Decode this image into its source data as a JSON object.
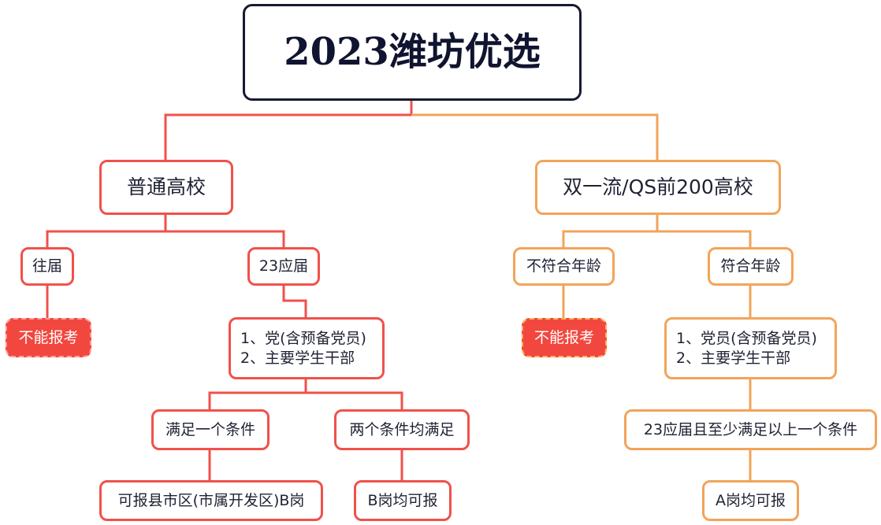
{
  "root": {
    "title": "2023潍坊优选"
  },
  "left": {
    "label": "普通高校",
    "past": {
      "label": "往届",
      "result": "不能报考"
    },
    "current": {
      "label": "23应届",
      "conditions": [
        "1、党(含预备党员)",
        "2、主要学生干部"
      ],
      "one": {
        "label": "满足一个条件",
        "result": "可报县市区(市属开发区)B岗"
      },
      "both": {
        "label": "两个条件均满足",
        "result": "B岗均可报"
      }
    }
  },
  "right": {
    "label": "双一流/QS前200高校",
    "noage": {
      "label": "不符合年龄",
      "result": "不能报考"
    },
    "age": {
      "label": "符合年龄",
      "conditions": [
        "1、党员(含预备党员)",
        "2、主要学生干部"
      ],
      "rule": "23应届且至少满足以上一个条件",
      "result": "A岗均可报"
    }
  },
  "colors": {
    "root_border": "#161a33",
    "left_branch": "#f0514b",
    "right_branch": "#f2a45a",
    "reject_fill": "#f2473f"
  }
}
